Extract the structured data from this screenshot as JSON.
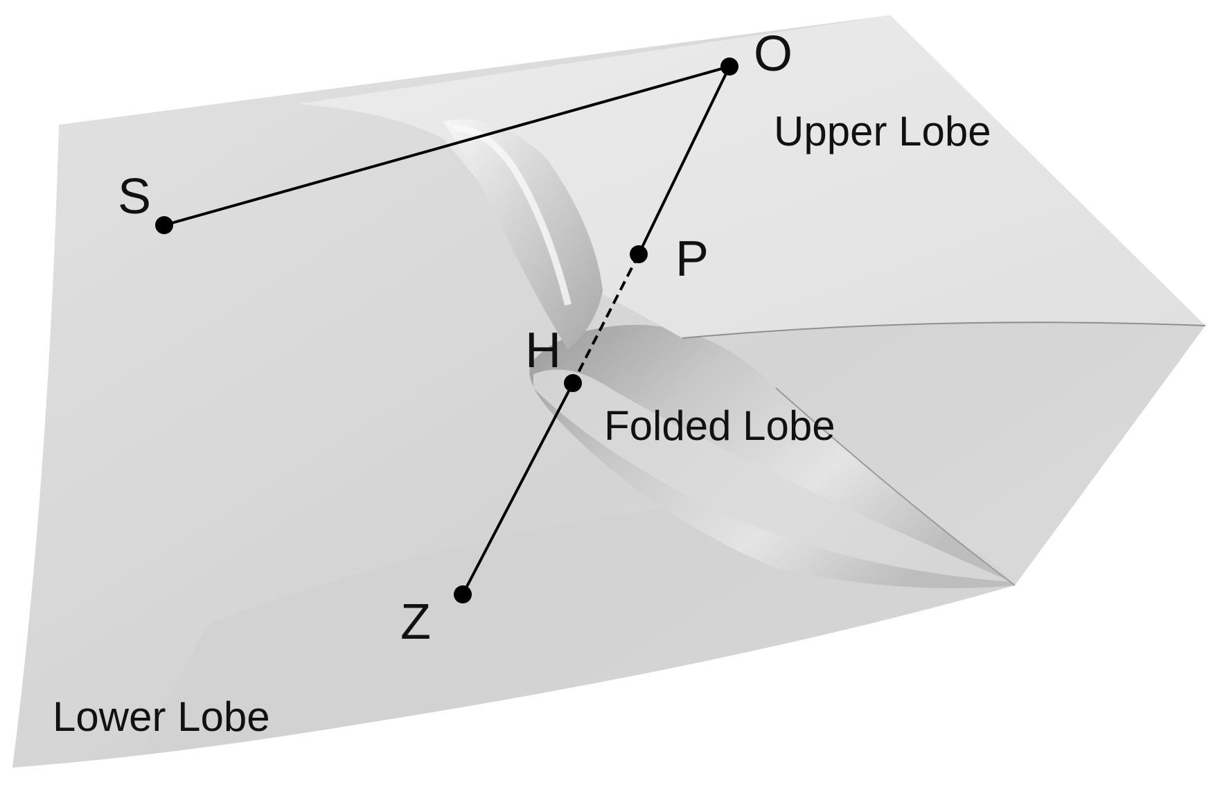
{
  "points": [
    {
      "id": "S",
      "label": "S"
    },
    {
      "id": "O",
      "label": "O"
    },
    {
      "id": "P",
      "label": "P"
    },
    {
      "id": "H",
      "label": "H"
    },
    {
      "id": "Z",
      "label": "Z"
    }
  ],
  "regions": {
    "upper_lobe": "Upper Lobe",
    "folded_lobe": "Folded Lobe",
    "lower_lobe": "Lower Lobe"
  },
  "colors": {
    "surface_light": "#e6e6e6",
    "surface_mid": "#d2d2d2",
    "surface_dark": "#a8a8a8",
    "point": "#000000",
    "text": "#111111"
  }
}
